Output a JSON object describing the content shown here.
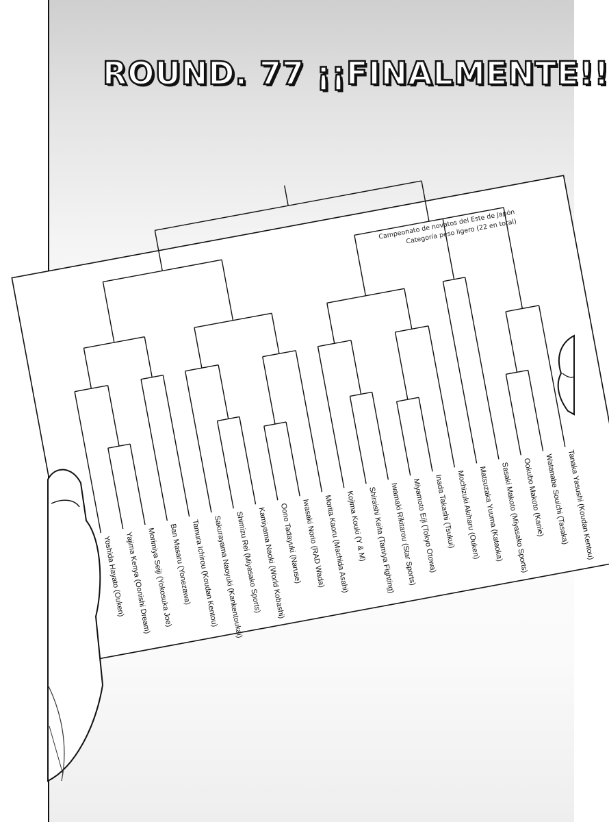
{
  "title": "ROUND. 77  ¡¡FINALMENTE!!",
  "bracket": {
    "header_line1": "Campeonato de novatos del Este de Japón",
    "header_line2": "Categoría peso ligero (22 en total)",
    "entrants": [
      "Yoshida Hayato (Ouken)",
      "Yajima Kenya (Oonishi Dream)",
      "Morimiya Seiji (Yokosuka Joe)",
      "Ban Masaru (Yonezawa)",
      "Tamura Ichirou (Koudan Kentou)",
      "Sakurayama Naoyuki (Kankentoukai)",
      "Shimizu Rei (Miyasako Sports)",
      "Kamiyama Naoki (World Kobashi)",
      "Oono Tadayuki (Naruse)",
      "Iwasaki Norio (RAD Wada)",
      "Morita Kaoru (Machida Asahi)",
      "Kojima Kouki (Y & M)",
      "Shiraishi Keita (Tamiya Fighting)",
      "Iwamaki Rikitarou (Star Sports)",
      "Miyamoto Eiji (Tokyo Otowa)",
      "Inada Takashi (Tsukui)",
      "Mochizuki Akiharu (Ouken)",
      "Matsuzaka Yuuma (Kataoka)",
      "Sasaki Makoto (Miyasako Sports)",
      "Ookubo Makoto (Kanie)",
      "Watanabe Souichi (Tasaka)",
      "Tanaka Yasushi (Koudan Kentou)"
    ]
  }
}
